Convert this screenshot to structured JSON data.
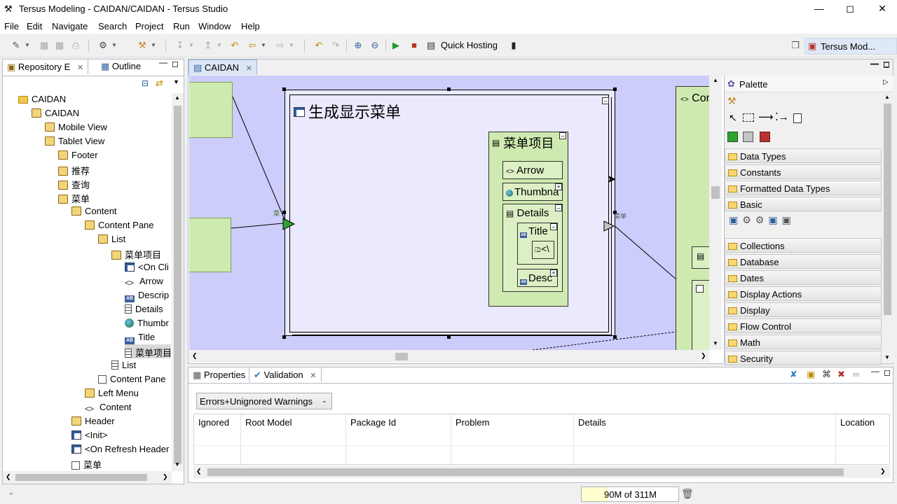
{
  "window": {
    "title": "Tersus Modeling - CAIDAN/CAIDAN - Tersus Studio",
    "controls": [
      "minimize",
      "maximize",
      "close"
    ]
  },
  "menu": [
    "File",
    "Edit",
    "Navigate",
    "Search",
    "Project",
    "Run",
    "Window",
    "Help"
  ],
  "toolbar": {
    "quick_hosting_label": "Quick Hosting",
    "perspective_label": "Tersus Mod..."
  },
  "left_panel": {
    "tabs": [
      {
        "label": "Repository E",
        "active": true
      },
      {
        "label": "Outline",
        "active": false
      }
    ],
    "tree": [
      {
        "label": "CAIDAN",
        "depth": 0,
        "icon": "folder"
      },
      {
        "label": "CAIDAN",
        "depth": 1,
        "icon": "package"
      },
      {
        "label": "Mobile View",
        "depth": 2,
        "icon": "package"
      },
      {
        "label": "Tablet View",
        "depth": 2,
        "icon": "package"
      },
      {
        "label": "Footer",
        "depth": 3,
        "icon": "package"
      },
      {
        "label": "推荐",
        "depth": 3,
        "icon": "package"
      },
      {
        "label": "查询",
        "depth": 3,
        "icon": "package"
      },
      {
        "label": "菜单",
        "depth": 3,
        "icon": "package"
      },
      {
        "label": "Content",
        "depth": 4,
        "icon": "package"
      },
      {
        "label": "Content Pane",
        "depth": 5,
        "icon": "package"
      },
      {
        "label": "List",
        "depth": 6,
        "icon": "package"
      },
      {
        "label": "菜单项目",
        "depth": 7,
        "icon": "package"
      },
      {
        "label": "<On Cli",
        "depth": 8,
        "icon": "display"
      },
      {
        "label": "Arrow",
        "depth": 8,
        "icon": "code"
      },
      {
        "label": "Descrip",
        "depth": 8,
        "icon": "text"
      },
      {
        "label": "Details",
        "depth": 8,
        "icon": "list"
      },
      {
        "label": "Thumbr",
        "depth": 8,
        "icon": "globe"
      },
      {
        "label": "Title",
        "depth": 8,
        "icon": "text"
      },
      {
        "label": "菜单项目",
        "depth": 8,
        "icon": "list",
        "selected": true
      },
      {
        "label": "List",
        "depth": 7,
        "icon": "list"
      },
      {
        "label": "Content Pane",
        "depth": 6,
        "icon": "box"
      },
      {
        "label": "Left Menu",
        "depth": 5,
        "icon": "package"
      },
      {
        "label": "Content",
        "depth": 5,
        "icon": "code"
      },
      {
        "label": "Header",
        "depth": 4,
        "icon": "package"
      },
      {
        "label": "<Init>",
        "depth": 4,
        "icon": "display"
      },
      {
        "label": "<On Refresh Header",
        "depth": 4,
        "icon": "display"
      },
      {
        "label": "菜单",
        "depth": 4,
        "icon": "box"
      }
    ]
  },
  "editor": {
    "tab_label": "CAIDAN",
    "diagram": {
      "container_title": "生成显示菜单",
      "item_title": "菜单项目",
      "arrow_label": "Arrow",
      "thumbnail_label": "Thumbna",
      "details_label": "Details",
      "title_label": "Title",
      "title_inner_label": "<\\",
      "desc_label": "Desc",
      "right_box_label": "Cor",
      "left_trigger_label": "菜",
      "right_trigger_label": "菜单"
    }
  },
  "palette": {
    "title": "Palette",
    "drawers": [
      "Data Types",
      "Constants",
      "Formatted Data Types",
      "Basic",
      "Collections",
      "Database",
      "Dates",
      "Display Actions",
      "Display",
      "Flow Control",
      "Math",
      "Security"
    ]
  },
  "bottom_panel": {
    "tabs": [
      {
        "label": "Properties",
        "active": false
      },
      {
        "label": "Validation",
        "active": true
      }
    ],
    "filter_value": "Errors+Unignored Warnings",
    "columns": [
      "Ignored",
      "Root Model",
      "Package Id",
      "Problem",
      "Details",
      "Location"
    ]
  },
  "status": {
    "memory": "90M of 311M"
  }
}
